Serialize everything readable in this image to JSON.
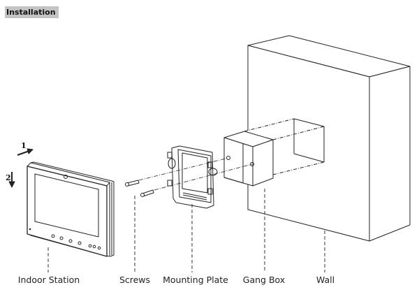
{
  "header": {
    "title": "Installation"
  },
  "steps": {
    "step1": "1",
    "step2": "2"
  },
  "components": [
    {
      "id": "indoor-station",
      "label": "Indoor Station"
    },
    {
      "id": "screws",
      "label": "Screws"
    },
    {
      "id": "mounting-plate",
      "label": "Mounting Plate"
    },
    {
      "id": "gang-box",
      "label": "Gang Box"
    },
    {
      "id": "wall",
      "label": "Wall"
    }
  ],
  "icons": {
    "step1": "arrow-right-icon",
    "step2": "arrow-down-icon"
  },
  "colors": {
    "header_bg": "#c3c3c3",
    "line": "#222222"
  }
}
